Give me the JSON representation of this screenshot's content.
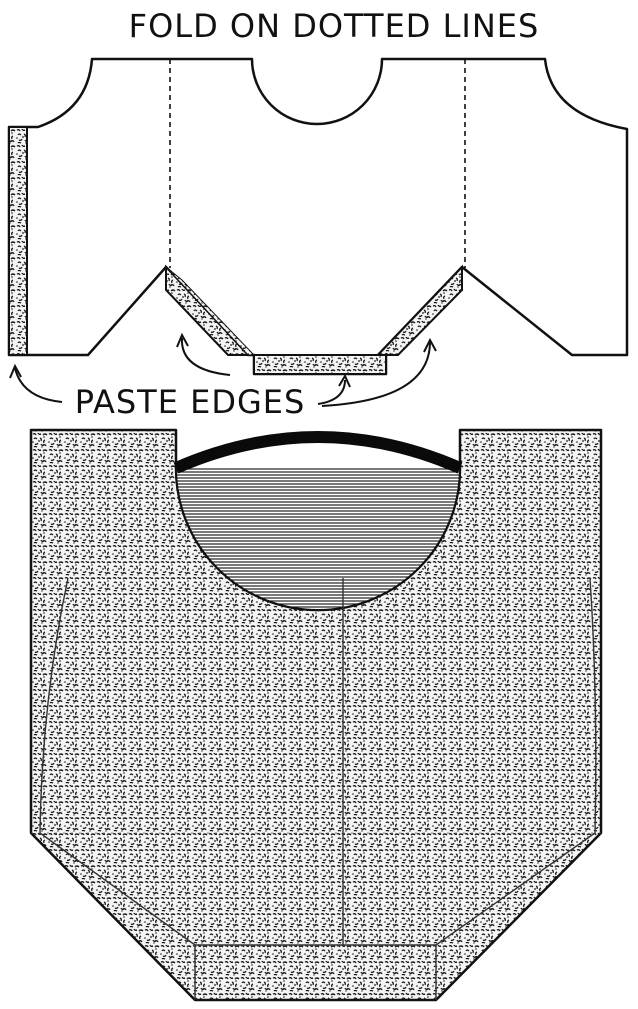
{
  "title": "FOLD ON DOTTED LINES",
  "callout": "PASTE EDGES",
  "colors": {
    "ink": "#111111",
    "paper": "#ffffff",
    "speckle_dark": "#1a1a1a",
    "speckle_light": "#f4f4f4"
  },
  "parts": {
    "pattern": "flat-pattern",
    "assembled": "assembled-box"
  }
}
